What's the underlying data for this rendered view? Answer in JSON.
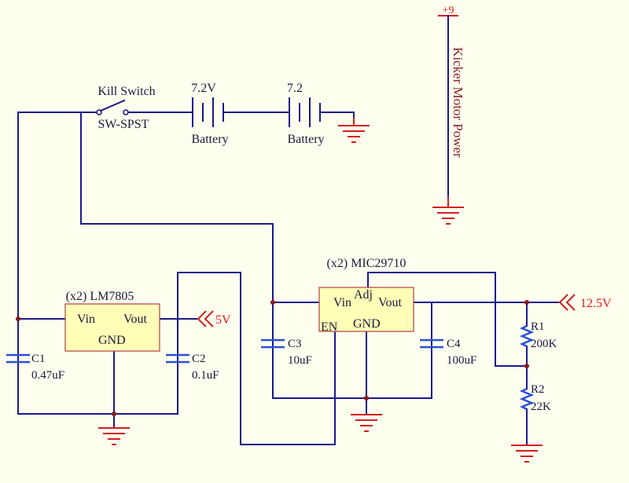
{
  "power_rail": {
    "label": "+9",
    "name": "Kicker Motor Power"
  },
  "switch": {
    "label": "Kill Switch",
    "part": "SW-SPST"
  },
  "batteries": [
    {
      "voltage": "7.2V",
      "label": "Battery"
    },
    {
      "voltage": "7.2",
      "label": "Battery"
    }
  ],
  "regulator_5v": {
    "title": "(x2) LM7805",
    "vin": "Vin",
    "vout": "Vout",
    "gnd": "GND",
    "output": "5V"
  },
  "regulator_adj": {
    "title": "(x2) MIC29710",
    "vin": "Vin",
    "adj": "Adj",
    "vout": "Vout",
    "en": "EN",
    "gnd": "GND",
    "output": "12.5V"
  },
  "capacitors": [
    {
      "ref": "C1",
      "value": "0.47uF"
    },
    {
      "ref": "C2",
      "value": "0.1uF"
    },
    {
      "ref": "C3",
      "value": "10uF"
    },
    {
      "ref": "C4",
      "value": "100uF"
    }
  ],
  "resistors": [
    {
      "ref": "R1",
      "value": "200K"
    },
    {
      "ref": "R2",
      "value": "22K"
    }
  ],
  "colors": {
    "wire": "#1a1a8c",
    "ground": "#d21e1e",
    "capacitor": "#2b4fd6",
    "chip_fill": "#ffffb8",
    "background": "#fffff0"
  }
}
